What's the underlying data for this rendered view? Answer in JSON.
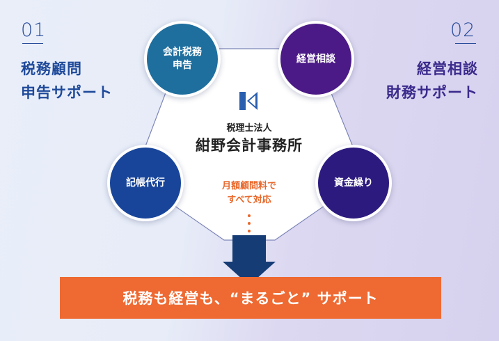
{
  "left": {
    "number": "01",
    "line1": "税務顧問",
    "line2": "申告サポート"
  },
  "right": {
    "number": "02",
    "line1": "経営相談",
    "line2": "財務サポート"
  },
  "center": {
    "sub": "税理士法人",
    "name": "紺野会計事務所",
    "fee": "月額顧問料で\nすべて対応"
  },
  "circles": [
    {
      "label": "会計税務\n申告",
      "color": "#1e6e9e"
    },
    {
      "label": "経営相談",
      "color": "#4b1a86"
    },
    {
      "label": "記帳代行",
      "color": "#18459a"
    },
    {
      "label": "資金繰り",
      "color": "#2d1a7f"
    }
  ],
  "banner": "税務も経営も、“まるごと” サポート",
  "colors": {
    "accent": "#ee6a32",
    "arrow": "#163c75",
    "logo_blue": "#2a5fb0"
  }
}
